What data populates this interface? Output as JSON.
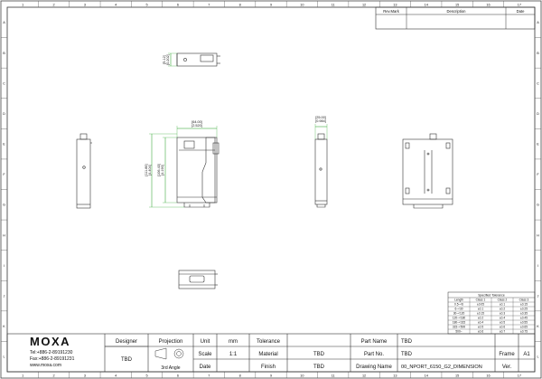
{
  "border": {
    "columns": [
      "1",
      "2",
      "3",
      "4",
      "5",
      "6",
      "7",
      "8",
      "9",
      "10",
      "11",
      "12",
      "13",
      "14",
      "15",
      "16",
      "17"
    ],
    "rows": [
      "A",
      "B",
      "C",
      "D",
      "E",
      "F",
      "G",
      "H",
      "I",
      "J",
      "K",
      "L"
    ]
  },
  "revision_table": {
    "headers": [
      "Rev.Mark",
      "Description",
      "Date"
    ]
  },
  "dimensions": {
    "top_view_height": [
      "[5.12]",
      "[0.202]"
    ],
    "front_width": [
      "[64.00]",
      "[2.520]"
    ],
    "front_height_outer": [
      "[111.86]",
      "[4.404]"
    ],
    "front_height_inner": [
      "[106.43]",
      "[4.190]"
    ],
    "side_width": [
      "[25.00]",
      "[0.984]"
    ]
  },
  "tolerance_table": {
    "title": "Specified Tolerance",
    "headers": [
      "Length",
      "Class 1",
      "Class 2",
      "Class 3"
    ],
    "rows": [
      [
        "0.5~<6",
        "±0.05",
        "±0.1",
        "±0.15"
      ],
      [
        "6~<30",
        "±0.1",
        "±0.2",
        "±0.25"
      ],
      [
        "30~<120",
        "±0.15",
        "±0.3",
        "±0.35"
      ],
      [
        "120~<180",
        "±0.2",
        "±0.4",
        "±0.45"
      ],
      [
        "180~<315",
        "±0.4",
        "±0.5",
        "±0.55"
      ],
      [
        "315~<500",
        "±0.5",
        "±0.6",
        "±0.65"
      ],
      [
        "500~",
        "±0.6",
        "±0.7",
        "±0.75"
      ]
    ]
  },
  "company": {
    "logo": "MOXA",
    "tel": "Tel:+886-2-89191230",
    "fax": "Fax:+886-2-89191231",
    "web": "www.moxa.com"
  },
  "title_block": {
    "designer_label": "Designer",
    "designer_value": "TBD",
    "projection_label": "Projection",
    "projection_value": "3rd Angle",
    "unit_label": "Unit",
    "unit_value": "mm",
    "scale_label": "Scale",
    "scale_value": "1:1",
    "date_label": "Date",
    "date_value": "",
    "tolerance_label": "Tolerance",
    "material_label": "Material",
    "material_value": "TBD",
    "finish_label": "Finish",
    "finish_value": "TBD",
    "part_name_label": "Part Name",
    "part_name_value": "TBD",
    "part_no_label": "Part No.",
    "part_no_value": "TBD",
    "drawing_name_label": "Drawing Name",
    "drawing_name_value": "00_NPORT_6150_G2_DIMENSION",
    "frame_label": "Frame",
    "frame_value": "A1",
    "ver_label": "Ver.",
    "ver_value": ""
  }
}
